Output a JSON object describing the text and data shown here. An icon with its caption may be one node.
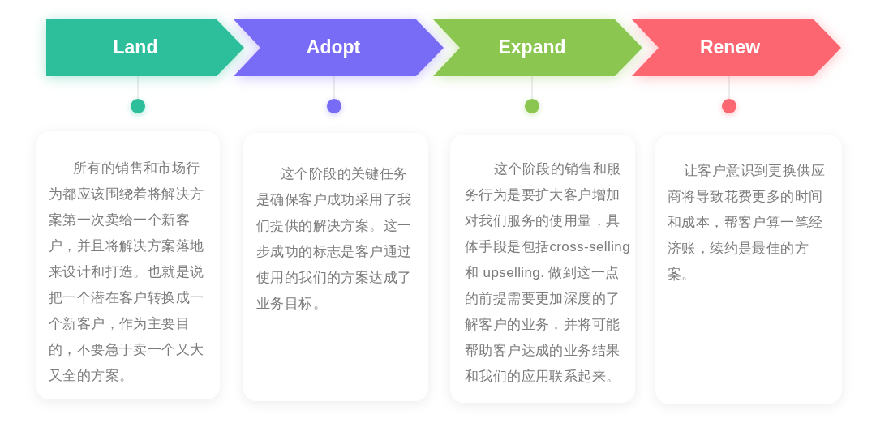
{
  "diagram": {
    "nodes": [
      {
        "text": [
          "Land"
        ]
      },
      {
        "text": [
          "Adopt"
        ]
      },
      {
        "text": [
          "Expand"
        ]
      },
      {
        "text": [
          "Renew"
        ]
      },
      {
        "text": [],
        "shape": "circle"
      },
      {
        "text": [],
        "shape": "circle"
      },
      {
        "text": [],
        "shape": "circle"
      },
      {
        "text": [],
        "shape": "circle"
      },
      {
        "text": [
          "所有的销售和市场行为都应该围绕着将解决方案第一次卖给一个新客户，并且将解决方案落地来设计和打造。也就是说把一个潜在客户转换成一个新客户，作为主要目的，不要急于卖一个又大又全的方案。"
        ]
      },
      {
        "text": [
          "这个阶段的关键任务是确保客户成功采用了我们提供的解决方案。这一步成功的标志是客户通过使用的我们的方案达成了业务目标。"
        ]
      },
      {
        "text": [
          "这个阶段的销售和服务行为是要扩大客户增加对我们服务的使用量，具体手段是包括cross-selling和 upselling. 做到这一点的前提需要更加深度的了解客户的业务，并将可能帮助客户达成的业务结果和我们的应用联系起来。"
        ]
      },
      {
        "text": [
          "让客户意识到更换供应商将导致花费更多的时间和成本，帮客户算一笔经济账，续约是最佳的方案。"
        ]
      }
    ],
    "edges": [
      {
        "from": 0,
        "to": 4,
        "arrow": "none"
      },
      {
        "from": 1,
        "to": 5,
        "arrow": "none"
      },
      {
        "from": 2,
        "to": 6,
        "arrow": "none"
      },
      {
        "from": 3,
        "to": 7,
        "arrow": "none"
      }
    ]
  }
}
